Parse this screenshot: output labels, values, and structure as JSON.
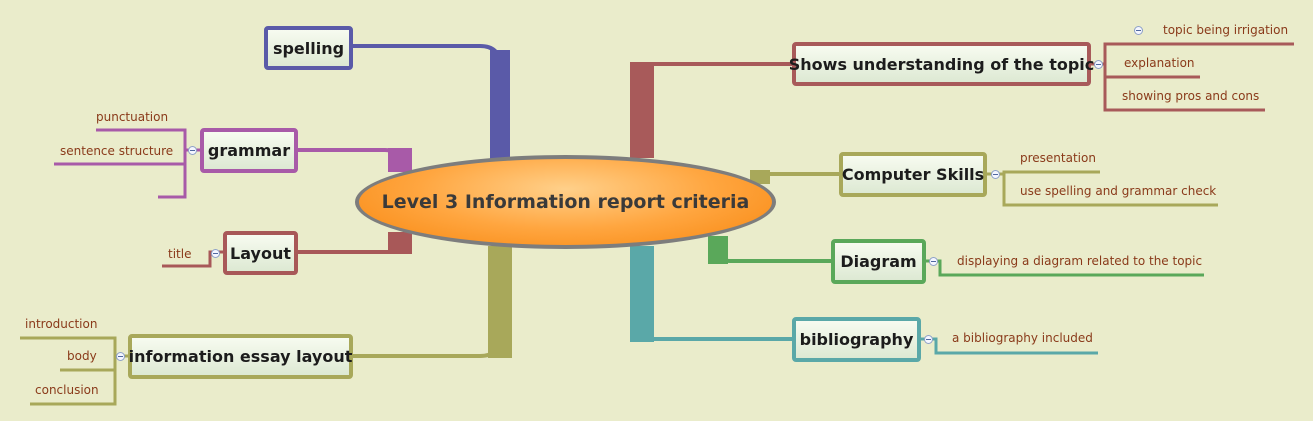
{
  "central": {
    "label": "Level 3 Information report criteria"
  },
  "branches": {
    "spelling": {
      "label": "spelling"
    },
    "grammar": {
      "label": "grammar",
      "children": [
        "punctuation",
        "sentence structure"
      ]
    },
    "layout": {
      "label": "Layout",
      "children": [
        "title"
      ]
    },
    "essay_layout": {
      "label": "information essay layout",
      "children": [
        "introduction",
        "body",
        "conclusion"
      ]
    },
    "understanding": {
      "label": "Shows understanding of the topic",
      "children": [
        "topic being irrigation",
        "explanation",
        "showing pros and cons"
      ]
    },
    "computer_skills": {
      "label": "Computer Skills",
      "children": [
        "presentation",
        "use spelling and grammar check"
      ]
    },
    "diagram": {
      "label": "Diagram",
      "children": [
        "displaying a diagram related to the topic"
      ]
    },
    "bibliography": {
      "label": "bibliography",
      "children": [
        "a bibliography included"
      ]
    }
  },
  "colors": {
    "spelling": "#5a5aa8",
    "grammar": "#a85aa8",
    "layout": "#a85858",
    "essay_layout": "#a8a85a",
    "understanding": "#a85a5a",
    "computer_skills": "#a8a85a",
    "diagram": "#5aa85a",
    "bibliography": "#5aa8a8",
    "central_fill": "#ffa640",
    "background": "#eaeccb"
  }
}
